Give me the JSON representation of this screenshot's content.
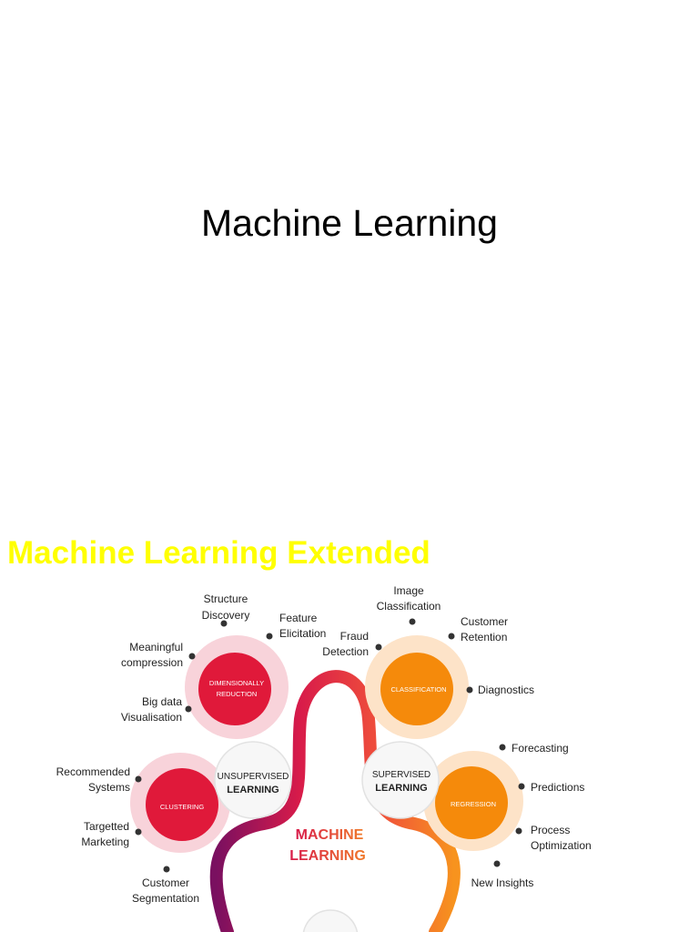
{
  "slide": {
    "title": "Machine Learning"
  },
  "banner": {
    "title": "Machine Learning Extended"
  },
  "diagram": {
    "center": {
      "line1": "MACHINE",
      "line2": "LEARNING"
    },
    "unsupervised": {
      "line1": "UNSUPERVISED",
      "line2": "LEARNING"
    },
    "supervised": {
      "line1": "SUPERVISED",
      "line2": "LEARNING"
    },
    "dimensionality": {
      "line1": "DIMENSIONALLY",
      "line2": "REDUCTION",
      "items": {
        "structure": [
          "Structure",
          "Discovery"
        ],
        "feature": [
          "Feature",
          "Elicitation"
        ],
        "meaningful": [
          "Meaningful",
          "compression"
        ],
        "bigdata": [
          "Big data",
          "Visualisation"
        ]
      }
    },
    "clustering": {
      "label": "CLUSTERING",
      "items": {
        "recommended": [
          "Recommended",
          "Systems"
        ],
        "targetted": [
          "Targetted",
          "Marketing"
        ],
        "segmentation": [
          "Customer",
          "Segmentation"
        ]
      }
    },
    "classification": {
      "label": "CLASSIFICATION",
      "items": {
        "image": [
          "Image",
          "Classification"
        ],
        "retention": [
          "Customer",
          "Retention"
        ],
        "fraud": [
          "Fraud",
          "Detection"
        ],
        "diagnostics": [
          "Diagnostics"
        ]
      }
    },
    "regression": {
      "label": "REGRESSION",
      "items": {
        "forecasting": [
          "Forecasting"
        ],
        "predictions": [
          "Predictions"
        ],
        "process": [
          "Process",
          "Optimization"
        ],
        "insights": [
          "New Insights"
        ]
      }
    },
    "colors": {
      "crimson": "#e0193a",
      "pink_halo": "#f8d3da",
      "orange": "#f58a0b",
      "peach_halo": "#fde3c8"
    }
  }
}
